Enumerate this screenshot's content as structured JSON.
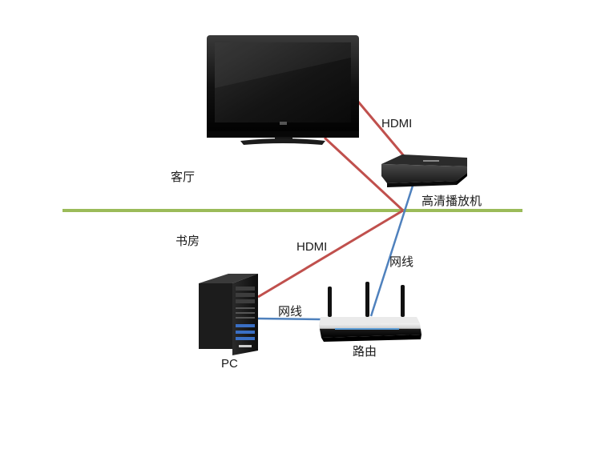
{
  "rooms": {
    "upper": "客厅",
    "lower": "书房"
  },
  "devices": {
    "player": "高清播放机",
    "router": "路由",
    "pc": "PC"
  },
  "connections": {
    "tv_to_player": "HDMI",
    "pc_to_player": "HDMI",
    "router_to_player": "网线",
    "pc_to_router": "网线"
  },
  "colors": {
    "hdmi_cable": "#c0504d",
    "network_cable": "#4f81bd",
    "room_divider": "#9bbb59"
  }
}
